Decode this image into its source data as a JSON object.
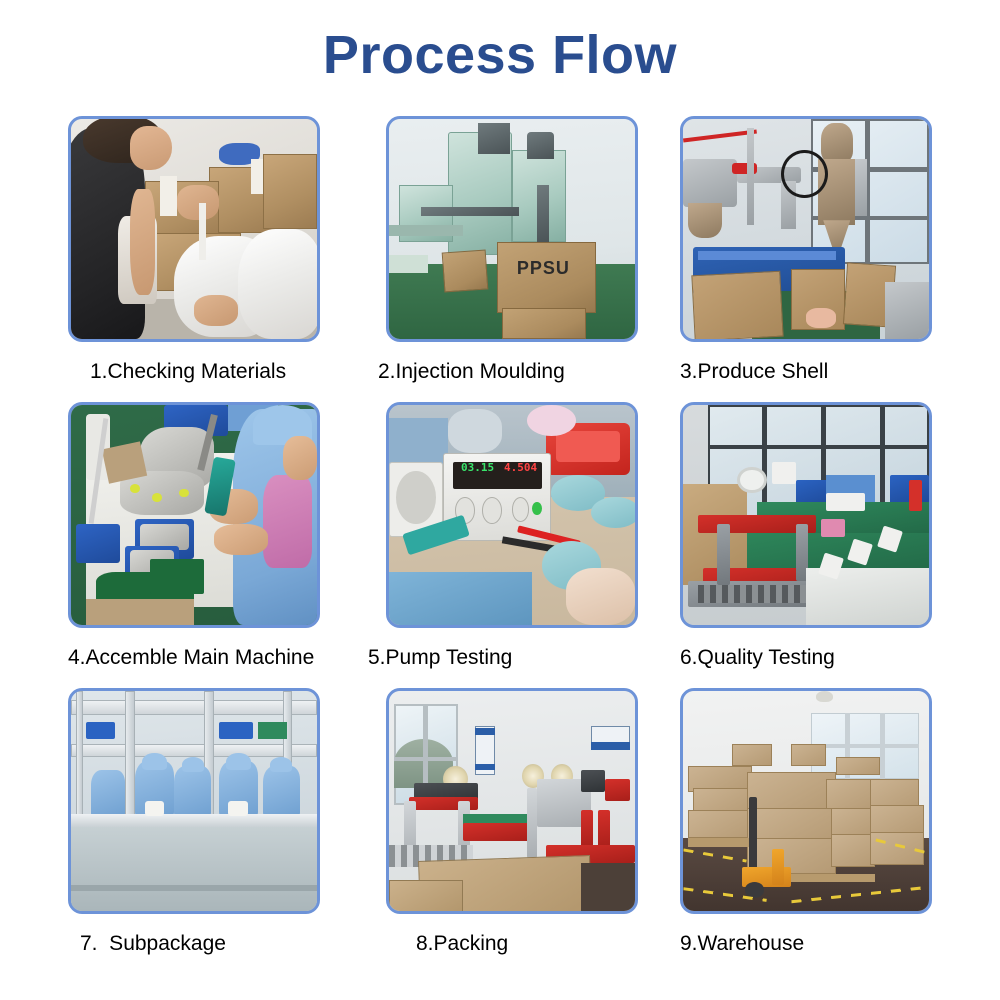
{
  "page": {
    "title": "Process Flow",
    "title_color": "#2a4d8f",
    "background_color": "#ffffff",
    "frame_border_color": "#6d93d8"
  },
  "steps": [
    {
      "number": "1",
      "caption": "1.Checking Materials",
      "image_name": "photo-checking-materials",
      "image_alt": "Worker in black shirt inspecting bags of white plastic resin pellets beside stacked cardboard boxes"
    },
    {
      "number": "2",
      "caption": "2.Injection Moulding",
      "image_name": "photo-injection-moulding",
      "image_alt": "Light green injection moulding machines on a green factory floor with a cardboard box labelled PPSU",
      "box_label": "PPSU"
    },
    {
      "number": "3",
      "caption": "3.Produce Shell",
      "image_name": "photo-produce-shell",
      "image_alt": "Blue injection moulding machine with material hopper dryers and robot take-out arm beside large windows"
    },
    {
      "number": "4",
      "caption": "4.Accemble Main Machine",
      "image_name": "photo-assemble-main-machine",
      "image_alt": "Workers in blue dust-free uniforms assembling components at a green workbench with blue parts bins"
    },
    {
      "number": "5",
      "caption": "5.Pump Testing",
      "image_name": "photo-pump-testing",
      "image_alt": "Bench power supply with green and red LED readouts wired to a pump being tested by a gloved hand",
      "display_voltage": "03.15",
      "display_current": "4.504"
    },
    {
      "number": "6",
      "caption": "6.Quality Testing",
      "image_name": "photo-quality-testing",
      "image_alt": "Quality inspection area with green conveyor belts, red carton sealing machine and glass partition walls"
    },
    {
      "number": "7",
      "caption": "7.  Subpackage",
      "image_name": "photo-subpackage",
      "image_alt": "Sub-packaging line with workers in blue uniforms seated along a long aluminium-framed workbench"
    },
    {
      "number": "8",
      "caption": "8.Packing",
      "image_name": "photo-packing",
      "image_alt": "Automatic carton sealing machine with tape rolls folding and taping cardboard cartons near a window"
    },
    {
      "number": "9",
      "caption": "9.Warehouse",
      "image_name": "photo-warehouse",
      "image_alt": "Warehouse with stacked cartons on pallets, an orange hand pallet jack and yellow floor marking lines"
    }
  ]
}
